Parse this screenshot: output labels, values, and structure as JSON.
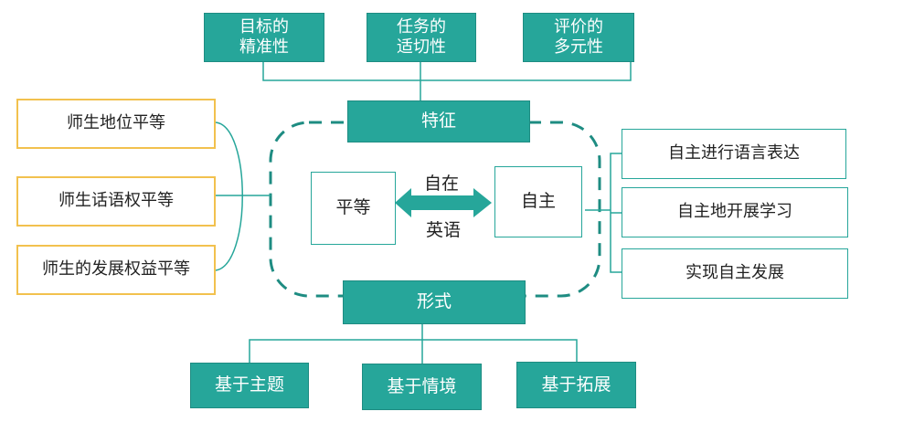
{
  "colors": {
    "teal": "#26a69a",
    "yellow": "#f2c14e",
    "text": "#222222",
    "white": "#ffffff"
  },
  "top_boxes": [
    {
      "line1": "目标的",
      "line2": "精准性"
    },
    {
      "line1": "任务的",
      "line2": "适切性"
    },
    {
      "line1": "评价的",
      "line2": "多元性"
    }
  ],
  "feature_label": "特征",
  "form_label": "形式",
  "left_boxes": [
    "师生地位平等",
    "师生话语权平等",
    "师生的发展权益平等"
  ],
  "center": {
    "left_label": "平等",
    "right_label": "自主",
    "arrow_top": "自在",
    "arrow_bottom": "英语"
  },
  "right_boxes": [
    "自主进行语言表达",
    "自主地开展学习",
    "实现自主发展"
  ],
  "bottom_boxes": [
    "基于主题",
    "基于情境",
    "基于拓展"
  ]
}
